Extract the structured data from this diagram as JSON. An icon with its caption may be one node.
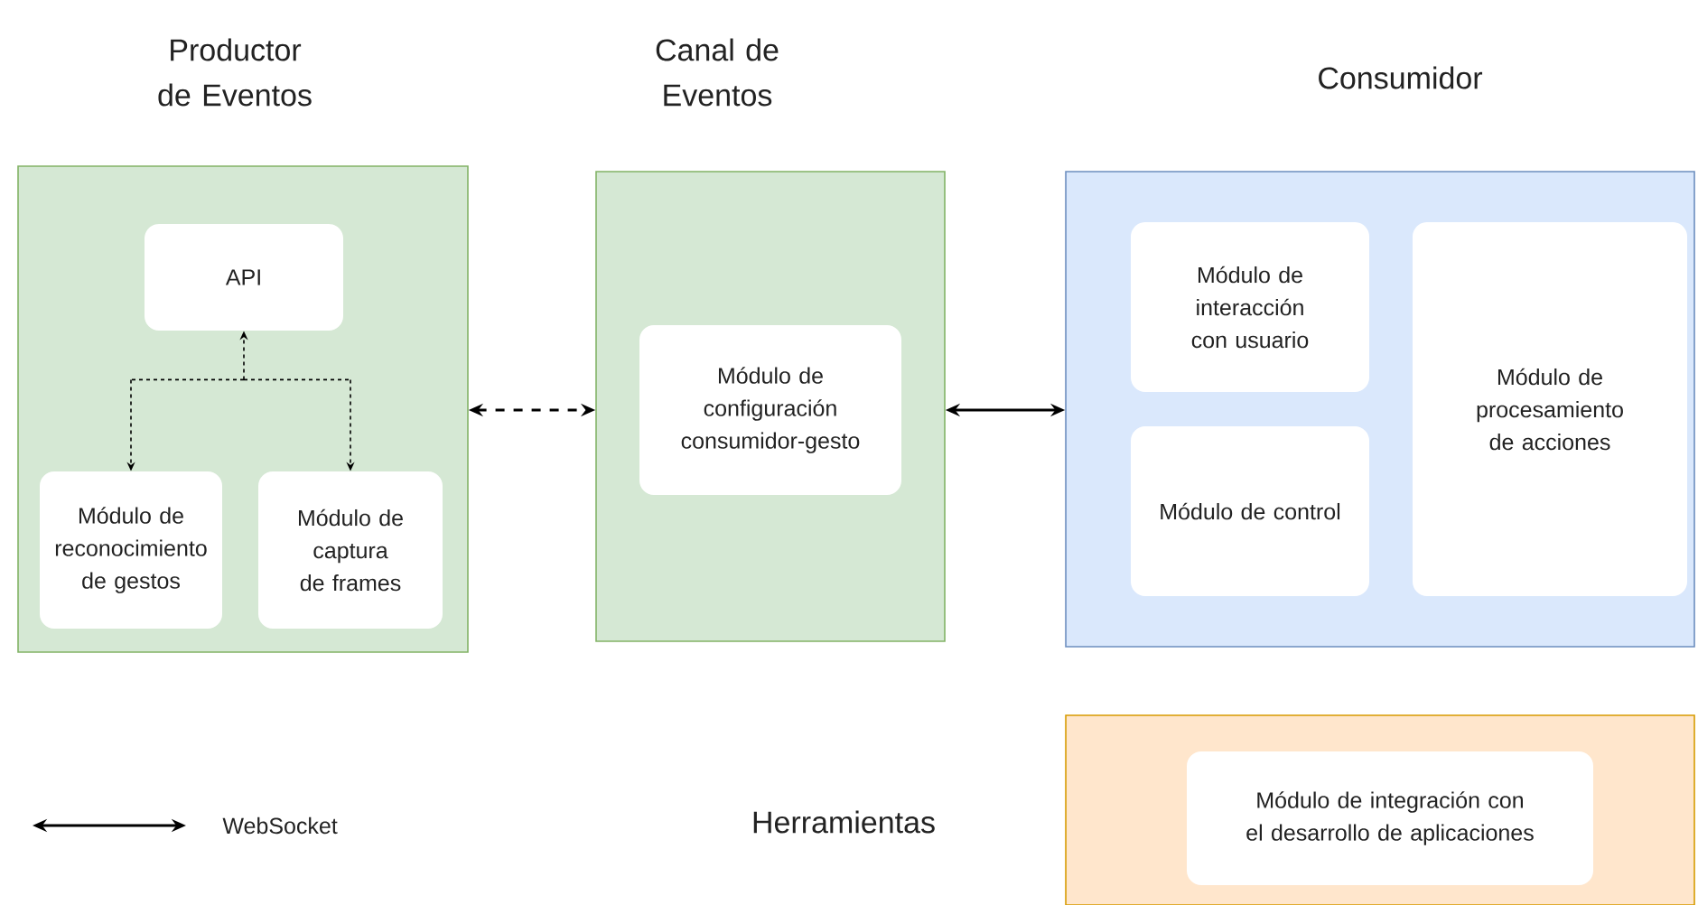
{
  "diagram": {
    "nodes": [
      {
        "text": [
          "Productor de Eventos"
        ]
      },
      {
        "text": [
          "API"
        ],
        "in": 0
      },
      {
        "text": [
          "Módulo de reconocimiento de gestos"
        ],
        "in": 0
      },
      {
        "text": [
          "Módulo de captura de frames"
        ],
        "in": 0
      },
      {
        "text": [
          "Canal de Eventos"
        ]
      },
      {
        "text": [
          "Módulo de configuración consumidor-gesto"
        ],
        "in": 4
      },
      {
        "text": [
          "Consumidor"
        ]
      },
      {
        "text": [
          "Módulo de interacción con usuario"
        ],
        "in": 6
      },
      {
        "text": [
          "Módulo de control"
        ],
        "in": 6
      },
      {
        "text": [
          "Módulo de procesamiento de acciones"
        ],
        "in": 6
      },
      {
        "text": [
          "Herramientas"
        ]
      },
      {
        "text": [
          "Módulo de integración con el desarrollo de aplicaciones"
        ],
        "in": 10
      }
    ],
    "edges": [
      {
        "from": 0,
        "to": 4,
        "arrow": "both",
        "style": "dashed"
      },
      {
        "from": 4,
        "to": 6,
        "arrow": "both"
      },
      {
        "from": 1,
        "to": 2,
        "arrow": "both",
        "style": "dashed"
      },
      {
        "from": 1,
        "to": 3,
        "arrow": "both",
        "style": "dashed"
      }
    ],
    "legend": [
      {
        "text": "WebSocket"
      }
    ]
  }
}
